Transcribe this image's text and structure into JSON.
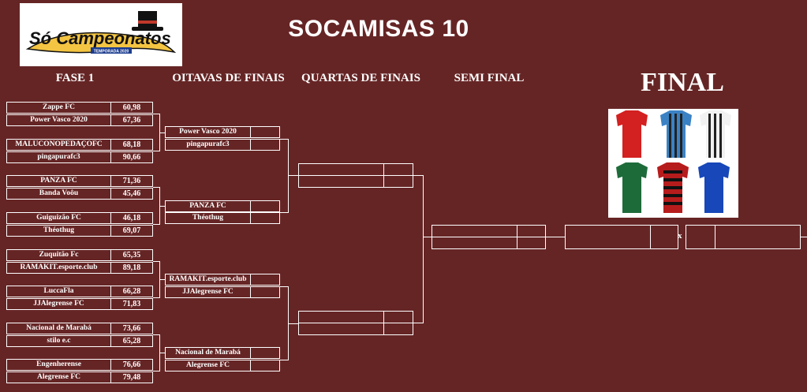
{
  "header": {
    "title": "SOCAMISAS 10",
    "logo_text": "Só Campeonatos",
    "logo_subtext": "TEMPORADA 2020"
  },
  "rounds": {
    "fase1": "FASE 1",
    "oitavas": "OITAVAS DE FINAIS",
    "quartas": "QUARTAS DE FINAIS",
    "semi": "SEMI FINAL",
    "final": "FINAL"
  },
  "fase1": [
    {
      "team": "Zappe FC",
      "score": "60,98"
    },
    {
      "team": "Power Vasco 2020",
      "score": "67,36"
    },
    {
      "team": "MALUCONOPEDAÇOFC",
      "score": "68,18"
    },
    {
      "team": "pingapurafc3",
      "score": "90,66"
    },
    {
      "team": "PANZA FC",
      "score": "71,36"
    },
    {
      "team": "Banda Voôu",
      "score": "45,46"
    },
    {
      "team": "Guiguizão FC",
      "score": "46,18"
    },
    {
      "team": "Théothug",
      "score": "69,07"
    },
    {
      "team": "Zuquitão Fc",
      "score": "65,35"
    },
    {
      "team": "RAMAKIT.esporte.club",
      "score": "89,18"
    },
    {
      "team": "LuccaFla",
      "score": "66,28"
    },
    {
      "team": "JJAlegrense FC",
      "score": "71,83"
    },
    {
      "team": "Nacional de Marabá",
      "score": "73,66"
    },
    {
      "team": "stilo e.c",
      "score": "65,28"
    },
    {
      "team": "Engenherense",
      "score": "76,66"
    },
    {
      "team": "Alegrense FC",
      "score": "79,48"
    }
  ],
  "oitavas": [
    {
      "team": "Power Vasco 2020",
      "score": ""
    },
    {
      "team": "pingapurafc3",
      "score": ""
    },
    {
      "team": "PANZA FC",
      "score": ""
    },
    {
      "team": "Théothug",
      "score": ""
    },
    {
      "team": "RAMAKIT.esporte.club",
      "score": ""
    },
    {
      "team": "JJAlegrense FC",
      "score": ""
    },
    {
      "team": "Nacional de Marabá",
      "score": ""
    },
    {
      "team": "Alegrense FC",
      "score": ""
    }
  ],
  "final": {
    "separator": "x"
  },
  "colors": {
    "background": "#662525",
    "lines": "#ffffff"
  }
}
